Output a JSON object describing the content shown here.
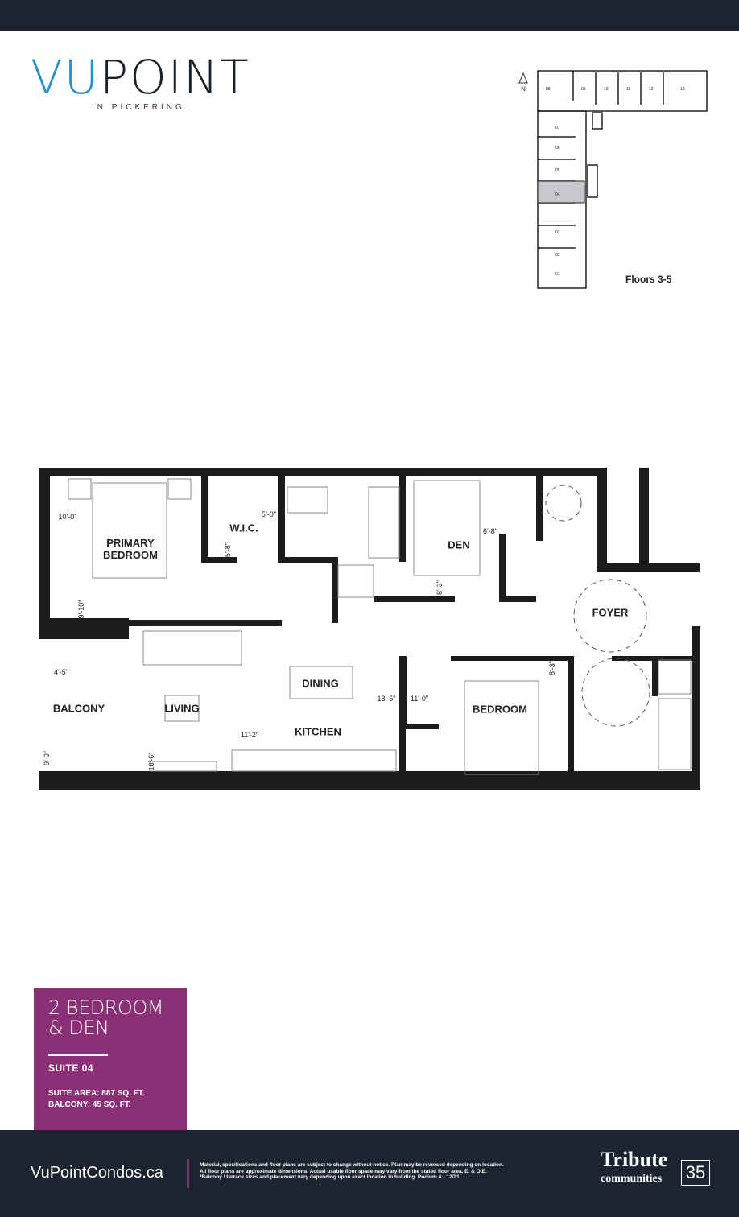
{
  "brand": {
    "logo_vu": "VU",
    "logo_point": "POINT",
    "logo_sub": "IN PICKERING"
  },
  "keyplan": {
    "north": "N",
    "floors": "Floors 3-5",
    "units": [
      "01",
      "02",
      "03",
      "04",
      "05",
      "06",
      "07",
      "08",
      "09",
      "10",
      "11",
      "12",
      "13"
    ],
    "highlighted": "04",
    "highlight_color": "#c8c8cc"
  },
  "rooms": {
    "primary_bedroom": "PRIMARY\nBEDROOM",
    "wic": "W.I.C.",
    "den": "DEN",
    "foyer": "FOYER",
    "dining": "DINING",
    "living": "LIVING",
    "kitchen": "KITCHEN",
    "balcony": "BALCONY",
    "bedroom": "BEDROOM"
  },
  "dimensions": {
    "primary_w": "10'-0\"",
    "wic_w": "5'-0\"",
    "wic_d": "5'-8\"",
    "den_w": "6'-8\"",
    "primary_d": "9'-10\"",
    "den_d": "8'-3\"",
    "balcony_w": "4'-5\"",
    "living_w": "18'-5\"",
    "bedroom_w": "11'-0\"",
    "kitchen_w": "11'-2\"",
    "living_d": "10'-6\"",
    "balcony_d": "9'-0\"",
    "bedroom_d": "8'-3\""
  },
  "suite": {
    "type": "2 BEDROOM\n& DEN",
    "number": "SUITE 04",
    "area": "SUITE AREA: 887 SQ. FT.",
    "balcony": "BALCONY: 45 SQ. FT.",
    "color": "#8b2f76"
  },
  "footer": {
    "website": "VuPointCondos.ca",
    "disclaimer": "Material, specifications and floor plans are subject to change without notice. Plan may be reversed depending on location. All floor plans are approximate dimensions. Actual usable floor space may vary from the stated floor area.  E. & O.E.  *Balcony / terrace sizes and placement vary depending upon exact location in building. Podium A - 12/21",
    "builder": "Tribute",
    "builder_sub": "communities",
    "years": "35"
  }
}
